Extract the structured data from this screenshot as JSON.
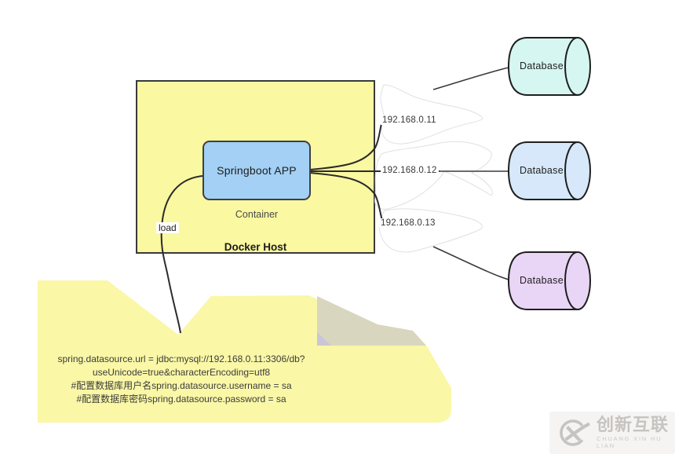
{
  "colors": {
    "host_yellow": "#FAF8A0",
    "note_yellow": "#FAF7A6",
    "app_blue": "#A3D0F4",
    "db1_fill": "#D5F6F1",
    "db2_fill": "#D6E8F9",
    "db3_fill": "#E9D5F6",
    "line_dark": "#2b2b2b",
    "shade_olive": "#D9D6BF",
    "shade_purple": "#C9C6D8",
    "watermark_gray": "#C6C3C0"
  },
  "docker": {
    "host_label": "Docker Host",
    "container_label": "Container",
    "app_label": "Springboot APP",
    "load_label": "load"
  },
  "ips": [
    "192.168.0.11",
    "192.168.0.12",
    "192.168.0.13"
  ],
  "databases": [
    {
      "label": "Database",
      "fill": "#D5F6F1"
    },
    {
      "label": "Database",
      "fill": "#D6E8F9"
    },
    {
      "label": "Database",
      "fill": "#E9D5F6"
    }
  ],
  "note": {
    "lines": [
      "spring.datasource.url = jdbc:mysql://192.168.0.11:3306/db?",
      "useUnicode=true&characterEncoding=utf8",
      "#配置数据库用户名spring.datasource.username = sa",
      "#配置数据库密码spring.datasource.password = sa"
    ]
  },
  "watermark": {
    "title": "创新互联",
    "subtitle": "CHUANG XIN HU LIAN"
  }
}
